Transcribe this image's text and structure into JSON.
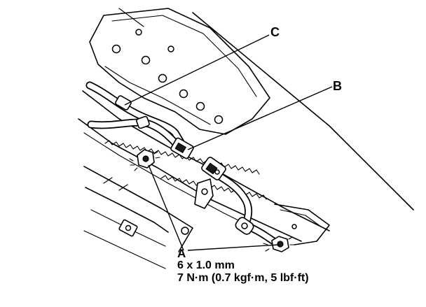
{
  "callouts": {
    "a": "A",
    "b": "B",
    "c": "C"
  },
  "fastener_spec": {
    "size": "6 x 1.0 mm",
    "torque": "7 N·m (0.7 kgf·m, 5 lbf·ft)"
  }
}
